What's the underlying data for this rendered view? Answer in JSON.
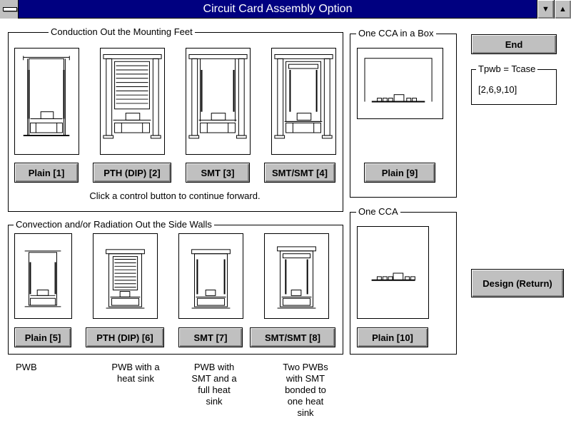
{
  "window": {
    "title": "Circuit Card Assembly Option",
    "min_glyph": "▼",
    "max_glyph": "▲"
  },
  "conduction": {
    "title": "Conduction Out the Mounting Feet",
    "buttons": [
      "Plain [1]",
      "PTH (DIP) [2]",
      "SMT [3]",
      "SMT/SMT [4]"
    ],
    "hint": "Click a control button to continue forward."
  },
  "convection": {
    "title": "Convection and/or Radiation Out the Side Walls",
    "buttons": [
      "Plain [5]",
      "PTH (DIP) [6]",
      "SMT [7]",
      "SMT/SMT [8]"
    ]
  },
  "box": {
    "title": "One CCA in a Box",
    "button": "Plain [9]"
  },
  "one_cca": {
    "title": "One CCA",
    "button": "Plain [10]"
  },
  "end_button": "End",
  "tpwb": {
    "title": "Tpwb = Tcase",
    "value": "[2,6,9,10]"
  },
  "design_button": "Design (Return)",
  "captions": [
    "PWB",
    "PWB with a\nheat sink",
    "PWB with\nSMT and a\nfull heat\nsink",
    "Two PWBs\nwith SMT\nbonded to\none heat\nsink"
  ]
}
